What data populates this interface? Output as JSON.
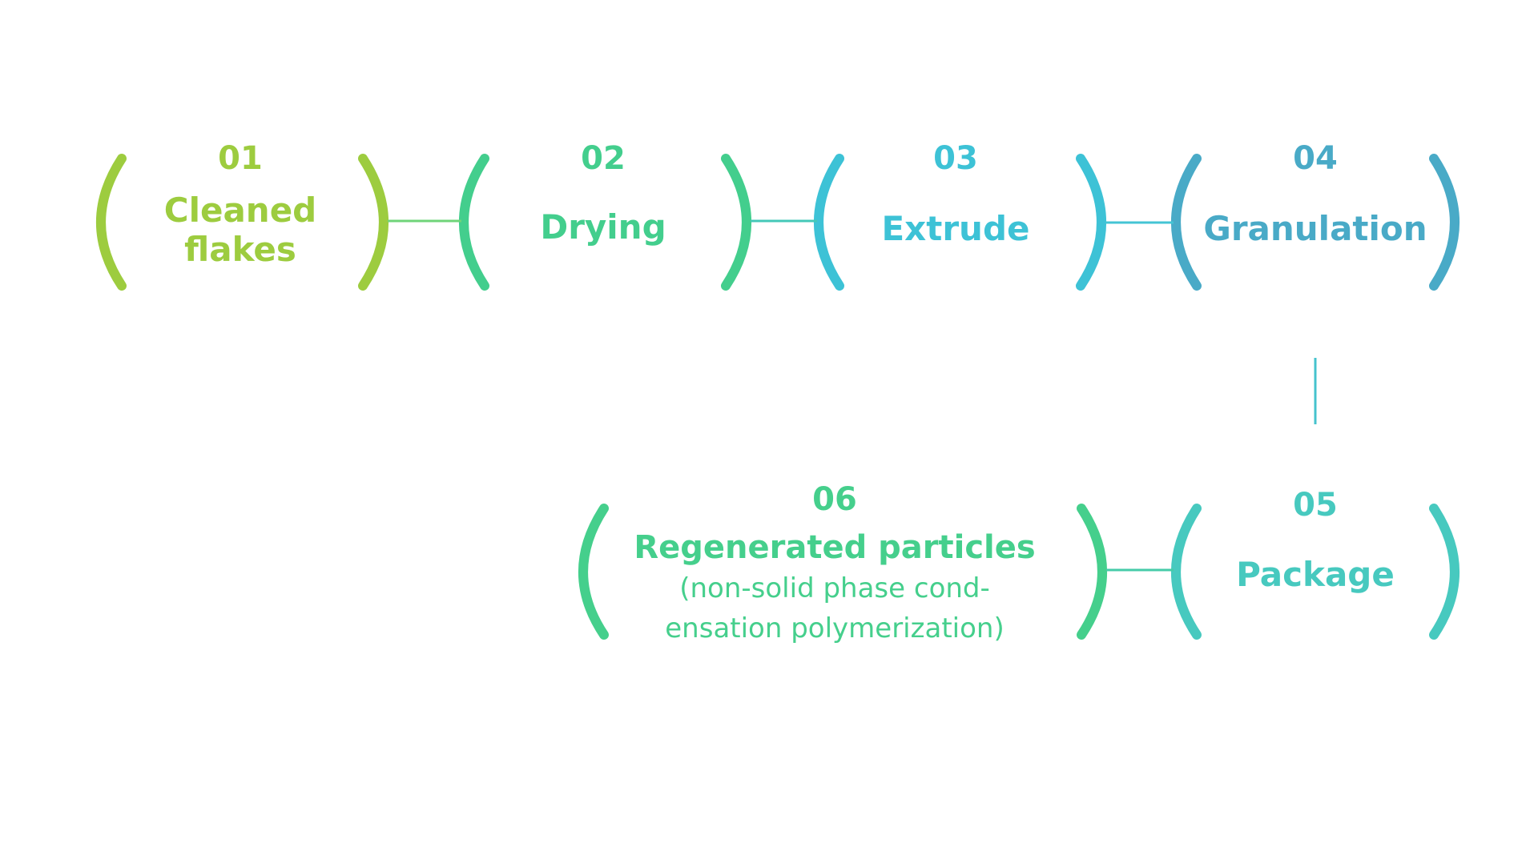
{
  "colors": {
    "step1": "#9dcc3f",
    "step2": "#43ce8d",
    "step3": "#3dc2d6",
    "step4": "#49aac7",
    "step5": "#47c9bf",
    "step6": "#45cf8c",
    "connector_1_2": "#6fd479",
    "connector_2_3": "#44c8b8",
    "connector_3_4": "#44c4d4",
    "connector_4_5": "#46c3cd",
    "connector_5_6": "#46cba8"
  },
  "steps": [
    {
      "number": "01",
      "label_line1": "Cleaned",
      "label_line2": "flakes"
    },
    {
      "number": "02",
      "label": "Drying"
    },
    {
      "number": "03",
      "label": "Extrude"
    },
    {
      "number": "04",
      "label": "Granulation"
    },
    {
      "number": "05",
      "label": "Package"
    },
    {
      "number": "06",
      "label": "Regenerated particles",
      "note_line1": "(non-solid phase cond-",
      "note_line2": "ensation polymerization)"
    }
  ]
}
